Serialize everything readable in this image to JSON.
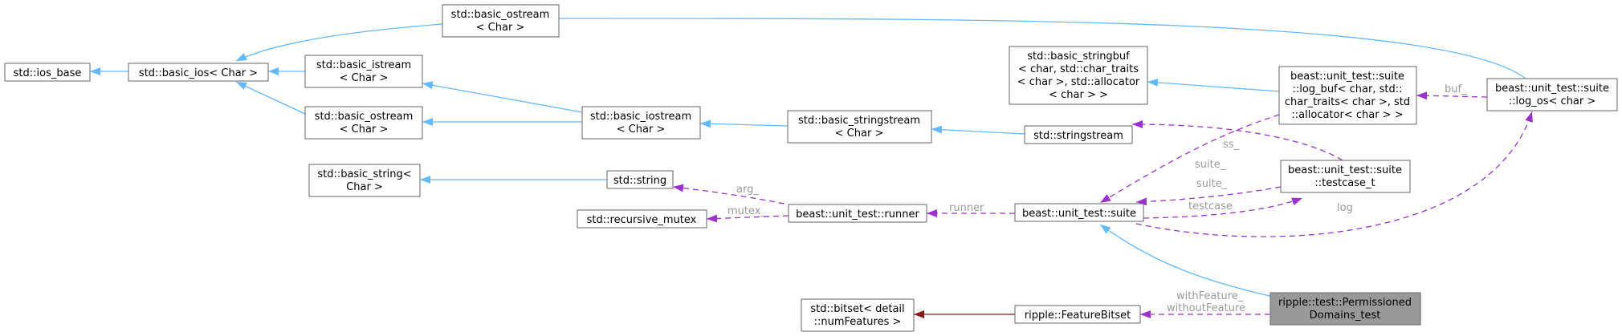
{
  "nodes": {
    "ios_base": {
      "lines": [
        "std::ios_base"
      ]
    },
    "basic_ios": {
      "lines": [
        "std::basic_ios< Char >"
      ]
    },
    "basic_ostream_top": {
      "lines": [
        "std::basic_ostream",
        "< Char >"
      ]
    },
    "basic_istream": {
      "lines": [
        "std::basic_istream",
        "< Char >"
      ]
    },
    "basic_ostream_mid": {
      "lines": [
        "std::basic_ostream",
        "< Char >"
      ]
    },
    "basic_iostream": {
      "lines": [
        "std::basic_iostream",
        "< Char >"
      ]
    },
    "basic_stringstream": {
      "lines": [
        "std::basic_stringstream",
        "< Char >"
      ]
    },
    "stringstream": {
      "lines": [
        "std::stringstream"
      ]
    },
    "basic_stringbuf": {
      "lines": [
        "std::basic_stringbuf",
        "< char, std::char_traits",
        "< char >, std::allocator",
        "< char > >"
      ]
    },
    "log_buf": {
      "lines": [
        "beast::unit_test::suite",
        "::log_buf< char, std::",
        "char_traits< char >, std",
        "::allocator< char > >"
      ]
    },
    "log_os": {
      "lines": [
        "beast::unit_test::suite",
        "::log_os< char >"
      ]
    },
    "basic_string": {
      "lines": [
        "std::basic_string<",
        "Char >"
      ]
    },
    "string": {
      "lines": [
        "std::string"
      ]
    },
    "recursive_mutex": {
      "lines": [
        "std::recursive_mutex"
      ]
    },
    "runner": {
      "lines": [
        "beast::unit_test::runner"
      ]
    },
    "suite": {
      "lines": [
        "beast::unit_test::suite"
      ]
    },
    "testcase_t": {
      "lines": [
        "beast::unit_test::suite",
        "::testcase_t"
      ]
    },
    "bitset": {
      "lines": [
        "std::bitset< detail",
        "::numFeatures >"
      ]
    },
    "feature_bitset": {
      "lines": [
        "ripple::FeatureBitset"
      ]
    },
    "permissioned": {
      "lines": [
        "ripple::test::Permissioned",
        "Domains_test"
      ]
    }
  },
  "edge_labels": {
    "buf": "buf_",
    "ss": "ss_",
    "suite_log_buf": "suite_",
    "suite_testcase": "suite_",
    "testcase": "testcase",
    "log": "log",
    "runner": "runner",
    "arg": "arg_",
    "mutex": "mutex_",
    "with_feature": "withFeature_",
    "without_feature": "withoutFeature"
  },
  "colors": {
    "inheritance": "#63b8ff",
    "usage": "#9a32cd",
    "composition": "#8b1a1a",
    "highlight_fill": "#999999"
  }
}
